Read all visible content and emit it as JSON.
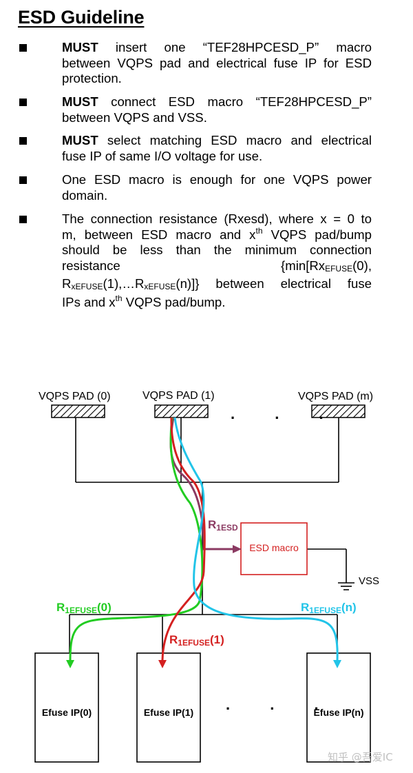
{
  "title": "ESD Guideline",
  "bullets": [
    {
      "strong": "MUST",
      "line1_rest": " insert one “TEF28HPCESD_P” macro",
      "line2": "between VQPS pad and electrical fuse IP for ESD",
      "line3": "protection."
    },
    {
      "strong": "MUST",
      "line1_rest": " connect ESD macro “TEF28HPCESD_P”",
      "line2": "between VQPS and VSS."
    },
    {
      "strong": "MUST",
      "line1_rest": " select matching ESD macro and electrical",
      "line2": "fuse IP of same I/O voltage for use."
    },
    {
      "line1": "One ESD macro is enough for one VQPS power",
      "line2": "domain."
    },
    {
      "l1": "The connection resistance (Rxesd), where x = 0 to",
      "l2a": "m, between ESD macro and x",
      "th": "th",
      "l2b": " VQPS pad/bump",
      "l3": "should be less than the minimum connection",
      "l4a": "resistance",
      "l4b": "{min[Rx",
      "efuse": "EFUSE",
      "l4c": "(0),",
      "l5a": "R",
      "xefuse": "xEFUSE",
      "l5b": "(1),…R",
      "l5c": "(n)]}",
      "l5d": "between electrical fuse",
      "l6a": "IPs and x",
      "l6b": " VQPS pad/bump."
    }
  ],
  "diagram": {
    "pads": [
      "VQPS PAD (0)",
      "VQPS PAD (1)",
      "VQPS PAD (m)"
    ],
    "esd_macro": "ESD macro",
    "vss": "VSS",
    "r_esd": {
      "prefix": "R",
      "sub": "1ESD",
      "color": "#8b3a62"
    },
    "r0": {
      "prefix": "R",
      "sub": "1EFUSE",
      "suffix": "(0)",
      "color": "#22cc22"
    },
    "r1": {
      "prefix": "R",
      "sub": "1EFUSE",
      "suffix": "(1)",
      "color": "#d42020"
    },
    "rn": {
      "prefix": "R",
      "sub": "1EFUSE",
      "suffix": "(n)",
      "color": "#22c4e8"
    },
    "efuse": [
      "Efuse IP(0)",
      "Efuse IP(1)",
      "Efuse IP(n)"
    ],
    "ellipsis": ". . .",
    "watermark": "知乎 @吾爱IC"
  }
}
